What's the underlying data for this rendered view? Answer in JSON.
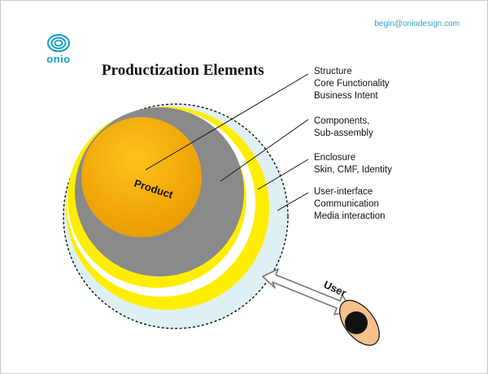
{
  "header": {
    "email": "begin@oniodesign.com",
    "logo_text": "onio",
    "logo_color": "#1aa0c8"
  },
  "title": "Productization Elements",
  "layers": [
    {
      "id": "product",
      "label_lines": [
        "Structure",
        "Core Functionality",
        "Business Intent"
      ],
      "color": "#f0a800"
    },
    {
      "id": "components",
      "label_lines": [
        "Components,",
        "Sub-assembly"
      ],
      "color": "#8a8a8a"
    },
    {
      "id": "enclosure",
      "label_lines": [
        "Enclosure",
        "Skin, CMF, Identity"
      ],
      "color": "#ffee00"
    },
    {
      "id": "user-interface",
      "label_lines": [
        "User-interface",
        "Communication",
        "Media interaction"
      ],
      "color": "#dff0f4"
    }
  ],
  "product_label": "Product",
  "user_label": "User"
}
